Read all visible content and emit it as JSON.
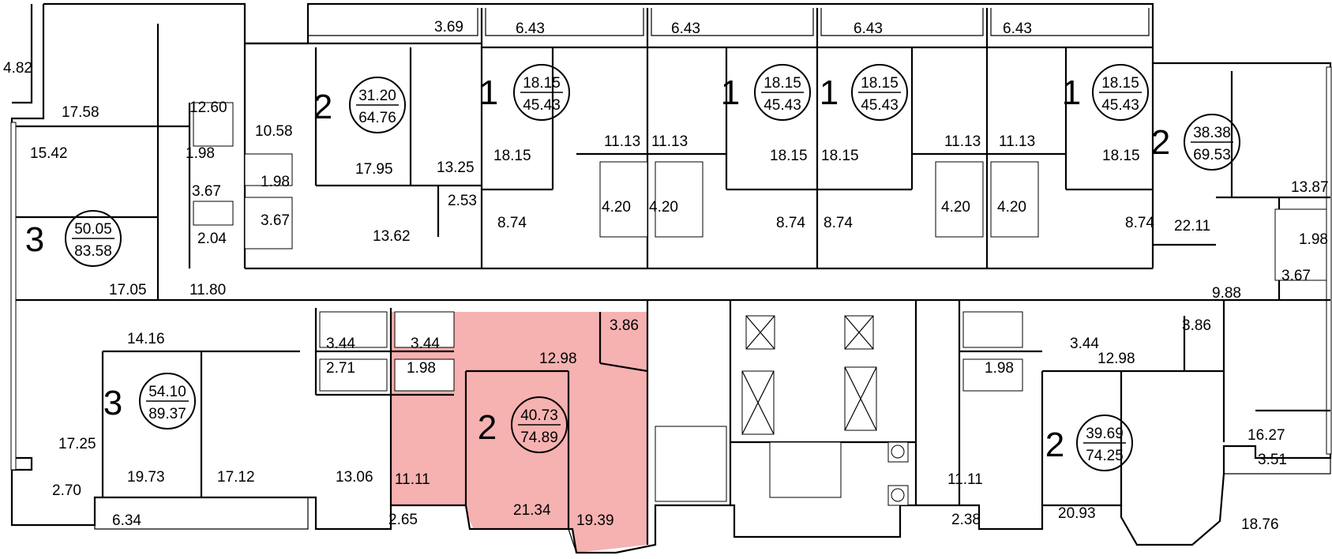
{
  "plan": {
    "highlight_color": "#f5a3a3",
    "room_areas": [
      "4.82",
      "17.58",
      "15.42",
      "12.60",
      "1.98",
      "3.67",
      "2.04",
      "10.58",
      "1.98",
      "3.67",
      "3.69",
      "17.95",
      "13.25",
      "2.53",
      "13.62",
      "17.05",
      "11.80",
      "6.43",
      "18.15",
      "8.74",
      "11.13",
      "4.20",
      "6.43",
      "11.13",
      "4.20",
      "18.15",
      "8.74",
      "6.43",
      "18.15",
      "8.74",
      "11.13",
      "4.20",
      "6.43",
      "11.13",
      "4.20",
      "18.15",
      "8.74",
      "13.87",
      "22.11",
      "1.98",
      "3.67",
      "9.88",
      "14.16",
      "17.25",
      "2.70",
      "19.73",
      "6.34",
      "17.12",
      "13.06",
      "3.44",
      "2.71",
      "3.44",
      "1.98",
      "3.86",
      "12.98",
      "11.11",
      "2.65",
      "21.34",
      "19.39",
      "3.86",
      "3.44",
      "12.98",
      "1.98",
      "16.27",
      "3.51",
      "11.11",
      "2.38",
      "20.93",
      "18.76"
    ],
    "apartments": [
      {
        "rooms": "3",
        "living": "50.05",
        "total": "83.58"
      },
      {
        "rooms": "2",
        "living": "31.20",
        "total": "64.76"
      },
      {
        "rooms": "1",
        "living": "18.15",
        "total": "45.43"
      },
      {
        "rooms": "1",
        "living": "18.15",
        "total": "45.43"
      },
      {
        "rooms": "1",
        "living": "18.15",
        "total": "45.43"
      },
      {
        "rooms": "1",
        "living": "18.15",
        "total": "45.43"
      },
      {
        "rooms": "2",
        "living": "38.38",
        "total": "69.53"
      },
      {
        "rooms": "3",
        "living": "54.10",
        "total": "89.37"
      },
      {
        "rooms": "2",
        "living": "40.73",
        "total": "74.89"
      },
      {
        "rooms": "2",
        "living": "39.69",
        "total": "74.25"
      }
    ]
  }
}
